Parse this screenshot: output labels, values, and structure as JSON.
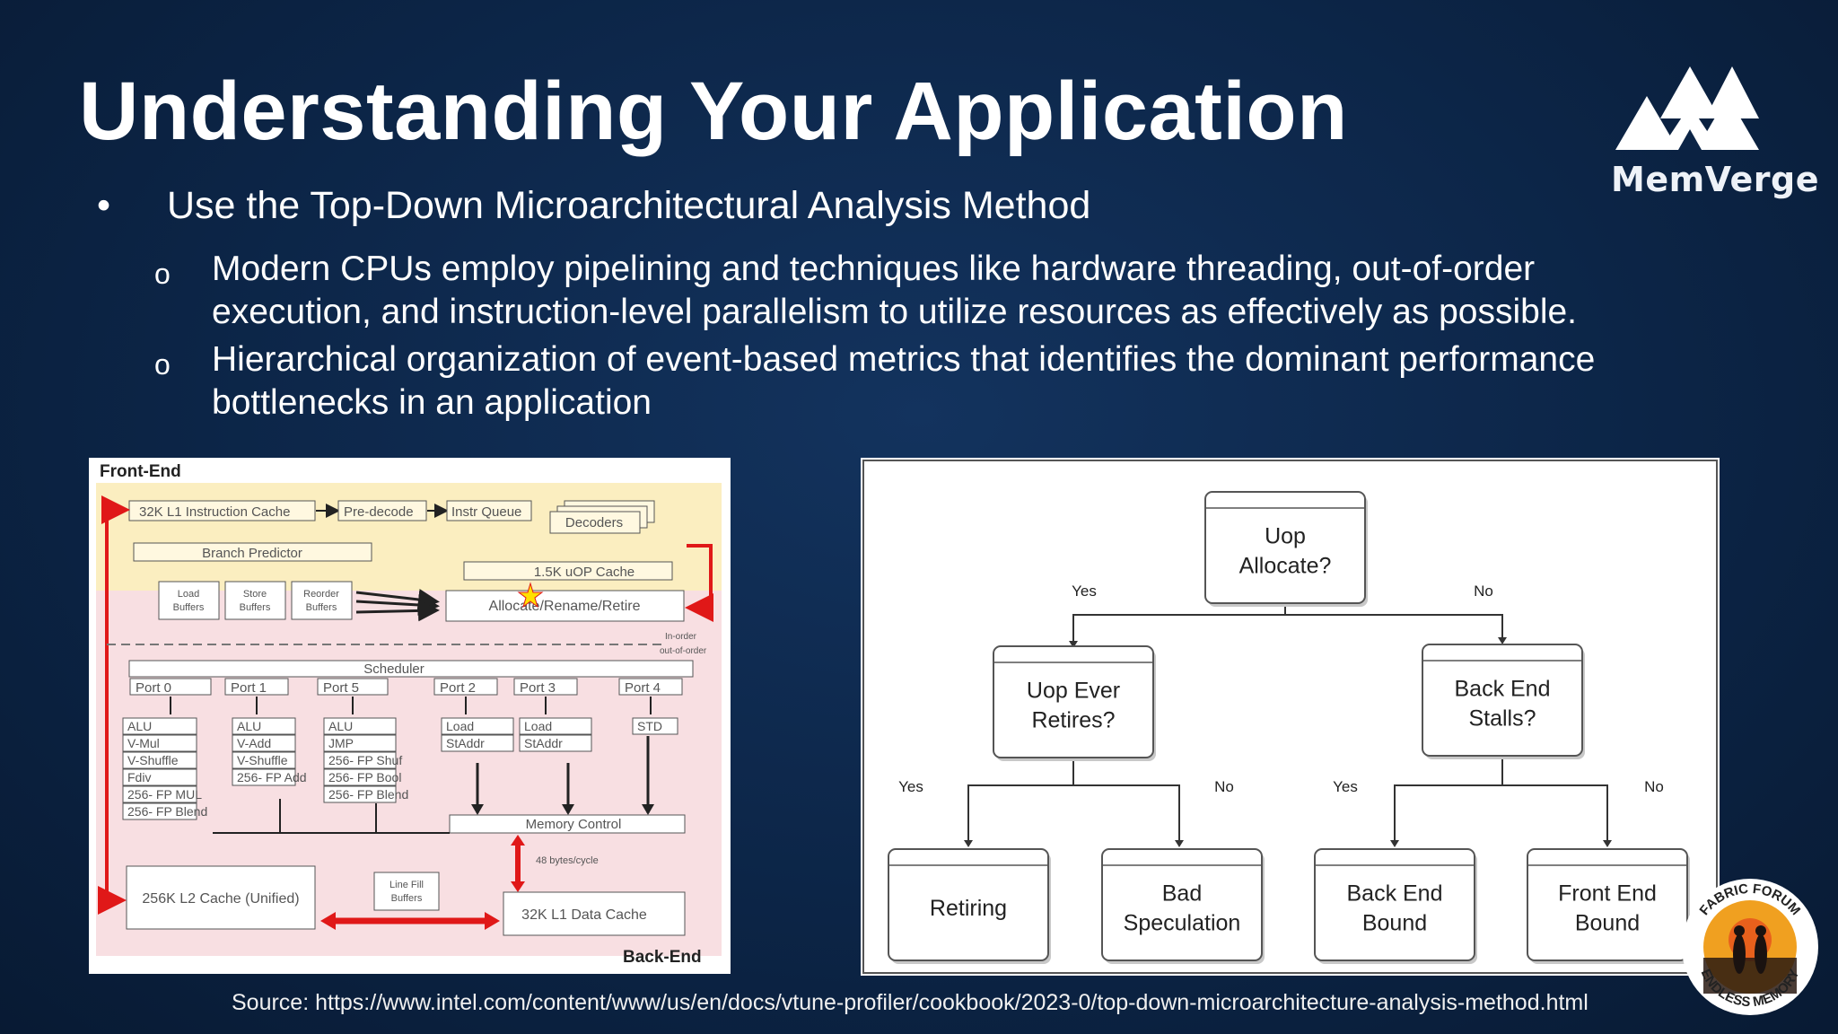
{
  "slide": {
    "title": "Understanding Your Application",
    "bullet": "Use the Top-Down Microarchitectural Analysis Method",
    "bullet_marker": "•",
    "sub_marker": "o",
    "sub_bullets": [
      {
        "line1": "Modern CPUs employ pipelining and techniques like hardware threading, out-of-order",
        "line2": "execution, and instruction-level parallelism to utilize resources as effectively as possible."
      },
      {
        "line1": "Hierarchical organization of event-based metrics that identifies the dominant performance",
        "line2": "bottlenecks in an application"
      }
    ],
    "source": "Source: https://www.intel.com/content/www/us/en/docs/vtune-profiler/cookbook/2023-0/top-down-microarchitecture-analysis-method.html"
  },
  "logo": {
    "name": "MemVerge"
  },
  "badge": {
    "top_text": "FABRIC FORUM",
    "bottom_text": "ENDLESS MEMORY"
  },
  "pipeline": {
    "front_end": "Front-End",
    "back_end": "Back-End",
    "l1_icache": "32K L1 Instruction Cache",
    "predecode": "Pre-decode",
    "instr_queue": "Instr Queue",
    "decoders": "Decoders",
    "branch_predictor": "Branch Predictor",
    "uop_cache": "1.5K uOP Cache",
    "load_buffers": [
      "Load",
      "Buffers"
    ],
    "store_buffers": [
      "Store",
      "Buffers"
    ],
    "reorder_buffers": [
      "Reorder",
      "Buffers"
    ],
    "allocate": "Allocate/Rename/Retire",
    "in_order": "In-order",
    "out_of_order": "out-of-order",
    "scheduler": "Scheduler",
    "ports": [
      "Port 0",
      "Port 1",
      "Port 5",
      "Port 2",
      "Port 3",
      "Port 4"
    ],
    "port0_units": [
      "ALU",
      "V-Mul",
      "V-Shuffle",
      "Fdiv",
      "256- FP MUL",
      "256- FP Blend"
    ],
    "port1_units": [
      "ALU",
      "V-Add",
      "V-Shuffle",
      "256- FP Add"
    ],
    "port5_units": [
      "ALU",
      "JMP",
      "256- FP Shuf",
      "256- FP Bool",
      "256- FP Blend"
    ],
    "port2_units": [
      "Load",
      "StAddr"
    ],
    "port3_units": [
      "Load",
      "StAddr"
    ],
    "port4_units": [
      "STD"
    ],
    "memory_control": "Memory Control",
    "bytes_per_cycle": "48 bytes/cycle",
    "l2_cache": "256K L2 Cache (Unified)",
    "line_fill": [
      "Line Fill",
      "Buffers"
    ],
    "l1_dcache": "32K L1 Data Cache"
  },
  "tree": {
    "root": [
      "Uop",
      "Allocate?"
    ],
    "left": [
      "Uop Ever",
      "Retires?"
    ],
    "right": [
      "Back End",
      "Stalls?"
    ],
    "leaves": [
      [
        "Retiring"
      ],
      [
        "Bad",
        "Speculation"
      ],
      [
        "Back End",
        "Bound"
      ],
      [
        "Front End",
        "Bound"
      ]
    ],
    "yes": "Yes",
    "no": "No"
  }
}
